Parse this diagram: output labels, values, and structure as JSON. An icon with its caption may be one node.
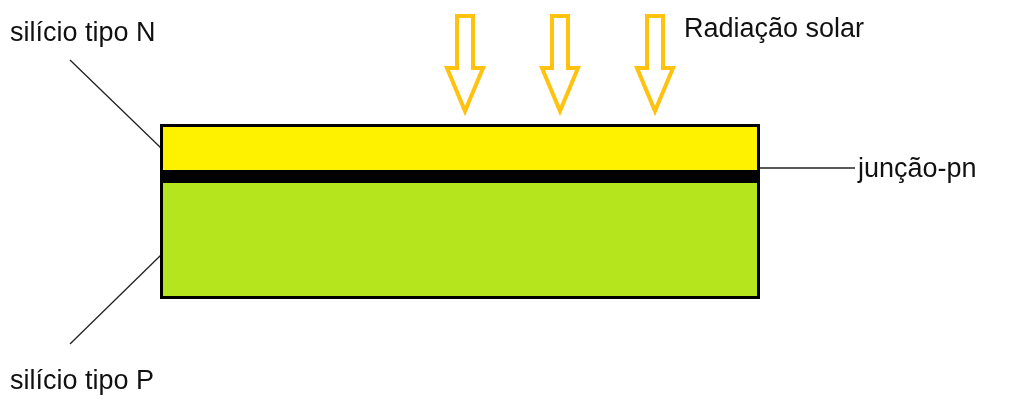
{
  "diagram": {
    "nodes": [
      {
        "text": [
          "silício tipo N"
        ]
      },
      {
        "text": [],
        "shape": "box"
      },
      {
        "text": [],
        "shape": "bar"
      },
      {
        "text": [
          "junção-pn"
        ]
      },
      {
        "text": [],
        "shape": "box"
      },
      {
        "text": [
          "silício tipo P"
        ]
      }
    ],
    "edges": [
      {
        "from": 0,
        "to": 1,
        "arrow": "none"
      },
      {
        "from": 3,
        "to": 2,
        "arrow": "none"
      },
      {
        "from": 5,
        "to": 4,
        "arrow": "none"
      },
      {
        "from": null,
        "to": 1,
        "arrow": "to"
      },
      {
        "from": null,
        "to": 1,
        "arrow": "to"
      },
      {
        "from": null,
        "to": 1,
        "arrow": "to"
      }
    ],
    "labels": [
      "Radiação solar"
    ]
  }
}
